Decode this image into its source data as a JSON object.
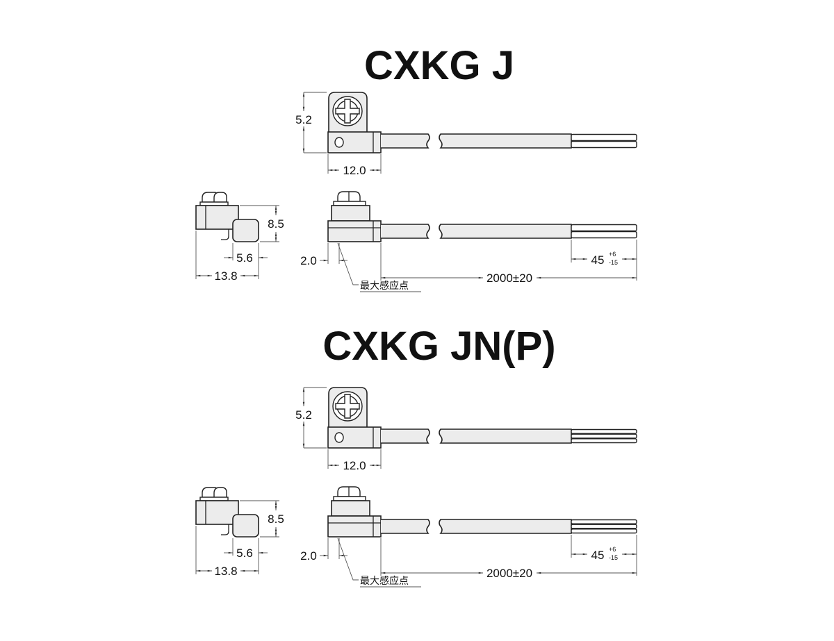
{
  "sections": [
    {
      "title": "CXKG J",
      "wire_count": 2,
      "dims": {
        "height": "5.2",
        "width": "12.0",
        "side_height": "8.5",
        "side_offset": "5.6",
        "side_width": "13.8",
        "sensing_offset": "2.0",
        "strip_length": "45",
        "strip_tol_plus": "+6",
        "strip_tol_minus": "-15",
        "cable_length": "2000±20"
      },
      "sensing_point_label": "最大感应点"
    },
    {
      "title": "CXKG JN(P)",
      "wire_count": 3,
      "dims": {
        "height": "5.2",
        "width": "12.0",
        "side_height": "8.5",
        "side_offset": "5.6",
        "side_width": "13.8",
        "sensing_offset": "2.0",
        "strip_length": "45",
        "strip_tol_plus": "+6",
        "strip_tol_minus": "-15",
        "cable_length": "2000±20"
      },
      "sensing_point_label": "最大感应点"
    }
  ]
}
